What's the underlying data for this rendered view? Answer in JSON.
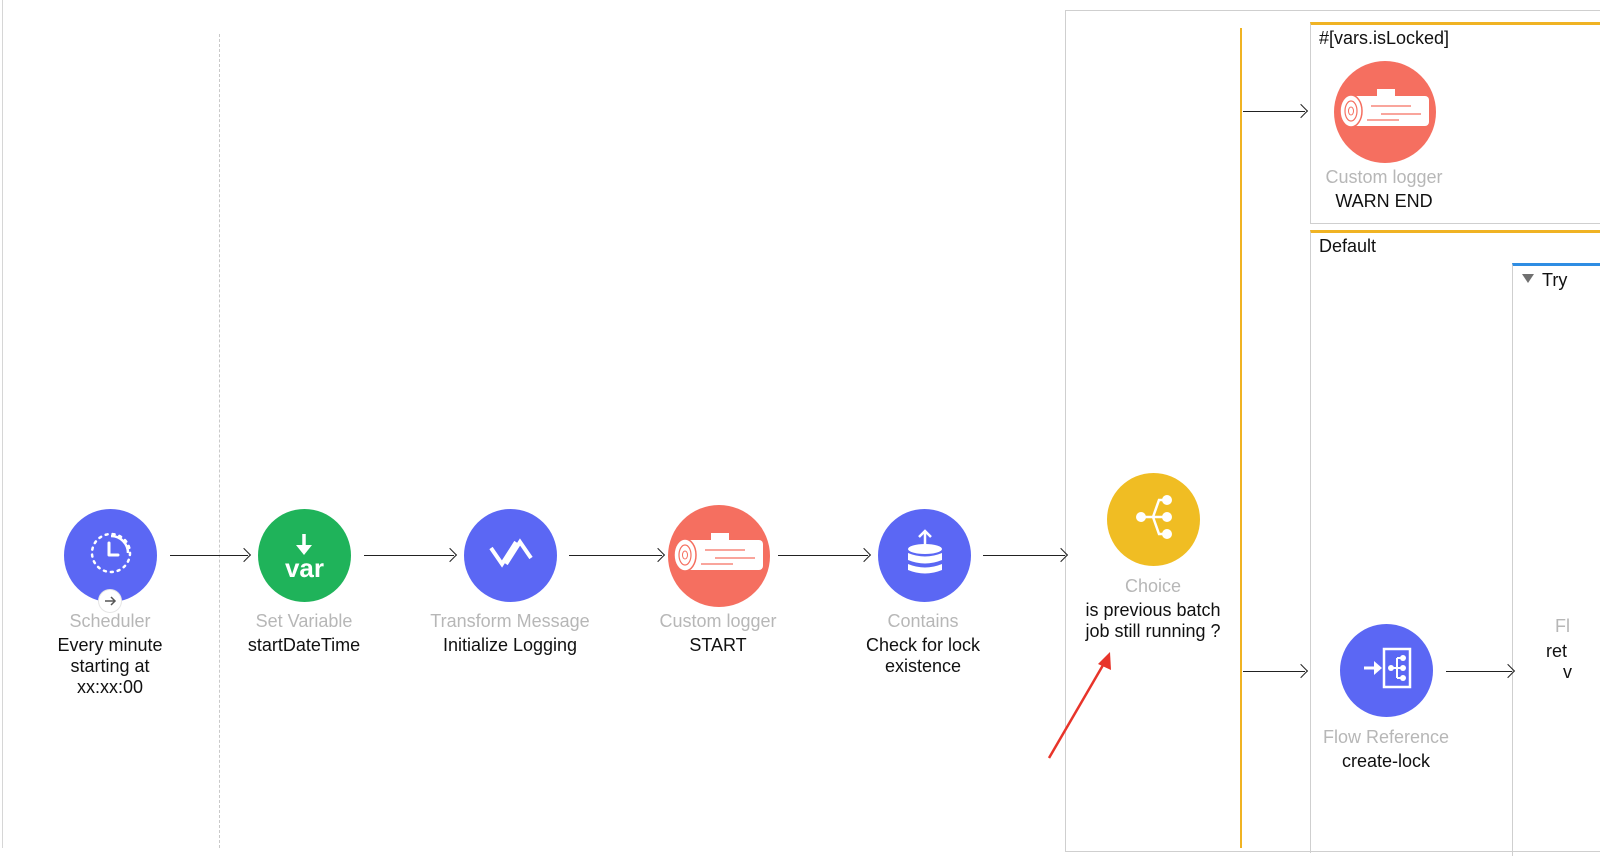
{
  "colors": {
    "scheduler": "#5b67f4",
    "set_variable": "#1fb35a",
    "transform": "#5b67f4",
    "logger": "#f56f60",
    "contains": "#5b67f4",
    "choice": "#f0bd23",
    "flow_reference": "#5b67f4",
    "route_border": "#f0b323",
    "try_border": "#2f8de3",
    "annotation_arrow": "#e8342a"
  },
  "nodes": {
    "scheduler": {
      "type": "Scheduler",
      "desc": "Every minute starting at xx:xx:00",
      "icon": "clock-icon"
    },
    "set_variable": {
      "type": "Set Variable",
      "desc": "startDateTime",
      "icon": "var-icon",
      "icon_text": "var"
    },
    "transform": {
      "type": "Transform Message",
      "desc": "Initialize Logging",
      "icon": "transform-icon"
    },
    "logger_start": {
      "type": "Custom logger",
      "desc": "START",
      "icon": "log-icon"
    },
    "contains": {
      "type": "Contains",
      "desc": "Check for lock existence",
      "icon": "database-icon"
    },
    "choice": {
      "type": "Choice",
      "desc": "is previous batch job still running ?",
      "icon": "choice-icon"
    },
    "logger_warn": {
      "type": "Custom logger",
      "desc": "WARN END",
      "icon": "log-icon"
    },
    "flow_ref": {
      "type": "Flow Reference",
      "desc": "create-lock",
      "icon": "flow-reference-icon"
    }
  },
  "routes": {
    "when_label": "#[vars.isLocked]",
    "default_label": "Default"
  },
  "try_scope": {
    "label": "Try",
    "partial_type": "Fl",
    "partial_desc_1": "ret",
    "partial_desc_2": "v"
  }
}
